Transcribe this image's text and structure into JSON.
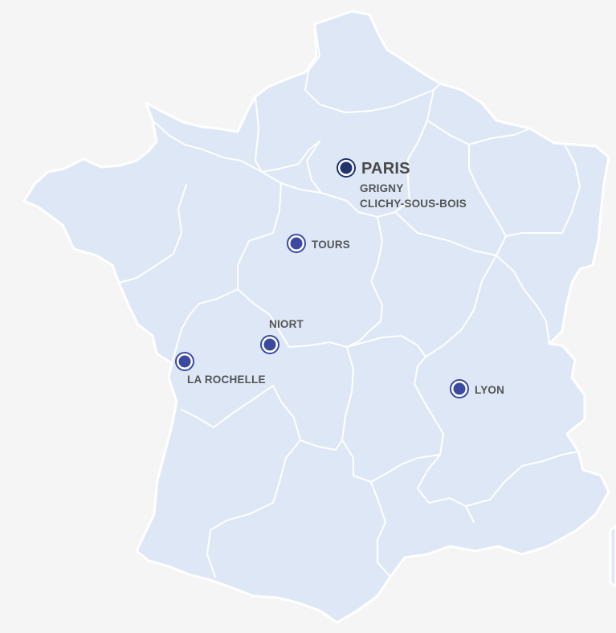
{
  "map": {
    "colors": {
      "land": "#dde7f6",
      "borders": "#ffffff",
      "marker_fill": "#3b4aa0",
      "marker_fill_paris": "#22336e",
      "background": "#f5f5f5"
    },
    "cities": {
      "paris": {
        "label": "PARIS",
        "sub_labels": [
          "GRIGNY",
          "CLICHY-SOUS-BOIS"
        ]
      },
      "tours": {
        "label": "TOURS"
      },
      "niort": {
        "label": "NIORT"
      },
      "la_rochelle": {
        "label": "LA ROCHELLE"
      },
      "lyon": {
        "label": "LYON"
      }
    }
  }
}
